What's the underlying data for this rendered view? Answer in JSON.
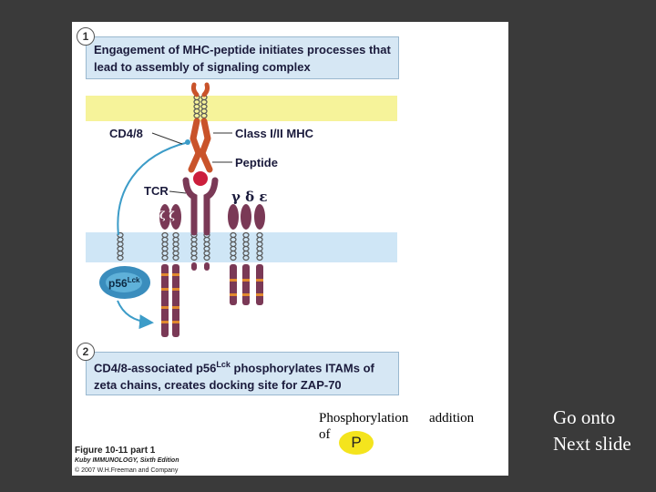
{
  "figure": {
    "step1_number": "1",
    "step1_text": "Engagement of MHC-peptide initiates processes that lead to assembly of signaling complex",
    "step2_number": "2",
    "step2_text_pre": "CD4/8-associated p56",
    "step2_text_sup": "Lck",
    "step2_text_post": " phosphorylates ITAMs of zeta chains, creates docking site for ZAP-70",
    "labels": {
      "cd48": "CD4/8",
      "mhc": "Class I/II MHC",
      "peptide": "Peptide",
      "tcr": "TCR",
      "gde": "γ δ ε",
      "zeta": "ζ ζ",
      "p56": "p56",
      "lck": "Lck"
    },
    "caption": {
      "line1": "Figure 10-11 part 1",
      "line2": "Kuby IMMUNOLOGY, Sixth Edition",
      "line3": "© 2007 W.H.Freeman and Company"
    },
    "colors": {
      "membrane_top": "#f6f39a",
      "membrane_bottom": "#cfe6f6",
      "receptor": "#7a3956",
      "itam": "#e0892e",
      "mhc": "#c9532a",
      "peptide": "#cc1e3c",
      "lck": "#3a8dbd",
      "arrow": "#3c9cc8"
    }
  },
  "annotation": {
    "phos_word": "Phosphorylation",
    "addition_word": "addition",
    "of_word": "of",
    "p_symbol": "P"
  },
  "sidenote": {
    "line1": "Go onto",
    "line2": "Next slide"
  }
}
